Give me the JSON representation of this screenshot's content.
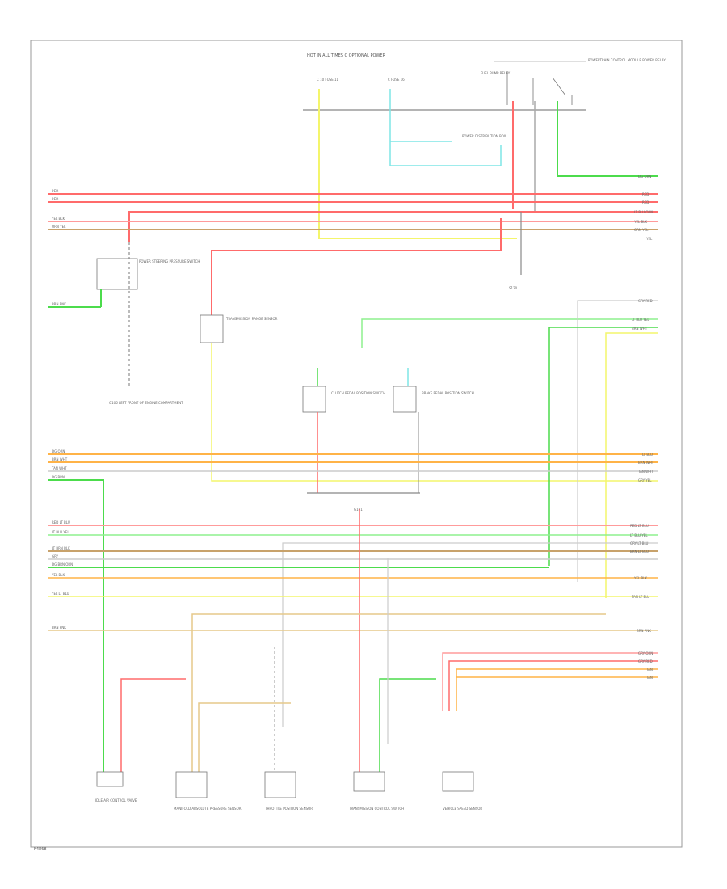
{
  "diagram": {
    "header_title": "HOT IN ALL TIMES  C OPTIONAL POWER",
    "footer_code": "F4868",
    "colors": {
      "red": "#ff6b6b",
      "pink": "#ff9b9b",
      "orange": "#ffb347",
      "yellow": "#f4f56b",
      "green": "#4cdc4c",
      "light_green": "#8ef08e",
      "cyan": "#7ee6e6",
      "tan": "#e6c98a",
      "gray": "#bbbbbb",
      "brown": "#c8a26b",
      "black": "#555555"
    },
    "top_fuses": [
      {
        "label": "C 10 FUSE 11"
      },
      {
        "label": "C FUSE 16"
      },
      {
        "label": "FUEL PUMP RELAY"
      }
    ],
    "top_components": {
      "power_relay": "POWERTRAIN CONTROL MODULE POWER RELAY",
      "fuse_block": "POWER DISTRIBUTION BOX",
      "splice": "S120"
    },
    "left_component": {
      "label": "POWER STEERING PRESSURE SWITCH",
      "ground": "G106 LEFT FRONT OF ENGINE COMPARTMENT"
    },
    "middle_components": [
      {
        "label": "TRANSMISSION RANGE SENSOR"
      },
      {
        "label": "CLUTCH PEDAL POSITION SWITCH"
      },
      {
        "label": "BRAKE PEDAL POSITION SWITCH"
      },
      {
        "label": "G101"
      }
    ],
    "bottom_components": [
      {
        "label": "IDLE AIR CONTROL VALVE"
      },
      {
        "label": "MANIFOLD ABSOLUTE PRESSURE SENSOR"
      },
      {
        "label": "THROTTLE POSITION SENSOR"
      },
      {
        "label": "TRANSMISSION CONTROL SWITCH"
      },
      {
        "label": "VEHICLE SPEED SENSOR"
      }
    ],
    "right_labels": [
      {
        "label": "DG ORN"
      },
      {
        "label": "RED"
      },
      {
        "label": "RED"
      },
      {
        "label": "LT BLU ORN"
      },
      {
        "label": "YEL BLK"
      },
      {
        "label": "ORN YEL"
      },
      {
        "label": "YEL"
      },
      {
        "label": "GRY RED"
      },
      {
        "label": "LT BLU YEL"
      },
      {
        "label": "BRN WHT"
      },
      {
        "label": "LT BLU"
      },
      {
        "label": "BRN WHT"
      },
      {
        "label": "TAN WHT"
      },
      {
        "label": "GRY YEL"
      },
      {
        "label": "RED LT BLU"
      },
      {
        "label": "LT BLU YEL"
      },
      {
        "label": "GRY LT BLU"
      },
      {
        "label": "BRN LT BLU"
      },
      {
        "label": "YEL BLK"
      },
      {
        "label": "TAN LT BLU"
      },
      {
        "label": "BRN PNK"
      },
      {
        "label": "GRY ORN"
      },
      {
        "label": "GRY RED"
      },
      {
        "label": "TAN"
      },
      {
        "label": "TAN"
      }
    ],
    "left_labels": [
      {
        "label": "RED"
      },
      {
        "label": "RED"
      },
      {
        "label": "YEL BLK"
      },
      {
        "label": "ORN YEL"
      },
      {
        "label": "BRN PNK"
      },
      {
        "label": "DG ORN"
      },
      {
        "label": "BRN WHT"
      },
      {
        "label": "TAN WHT"
      },
      {
        "label": "DG BRN"
      },
      {
        "label": "RED LT BLU"
      },
      {
        "label": "LT BLU YEL"
      },
      {
        "label": "LT BRN BLK"
      },
      {
        "label": "GRY"
      },
      {
        "label": "DG BRN ORN"
      },
      {
        "label": "YEL BLK"
      },
      {
        "label": "YEL LT BLU"
      },
      {
        "label": "BRN PNK"
      }
    ]
  }
}
